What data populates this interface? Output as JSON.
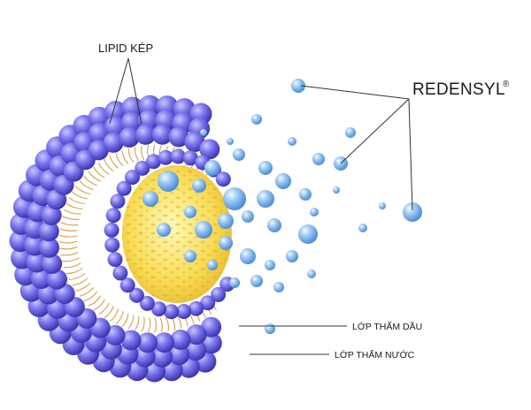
{
  "labels": {
    "lipid_bilayer": "LIPID KÉP",
    "brand": "REDENSYL",
    "brand_mark": "®",
    "oil_layer": "LỚP THẤM DẦU",
    "water_layer": "LỚP THẤM NƯỚC"
  },
  "colors": {
    "background": "#ffffff",
    "head_light": "#a9a6ff",
    "head_mid": "#6f6ae8",
    "head_dark": "#3e36b8",
    "tail": "#c8902e",
    "core_light": "#fff6a8",
    "core_mid": "#f7dc55",
    "core_dark": "#e9b82a",
    "drop_light": "#eef6ff",
    "drop_mid": "#8fc0f2",
    "drop_dark": "#4f92dc",
    "text": "#1a1a1a"
  }
}
